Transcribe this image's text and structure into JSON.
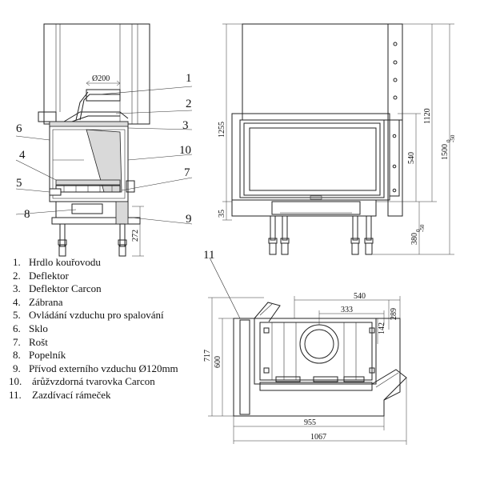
{
  "callouts": [
    "1",
    "2",
    "3",
    "4",
    "5",
    "6",
    "7",
    "8",
    "9",
    "10",
    "11"
  ],
  "dimensions": {
    "flue_diameter": "Ø200",
    "side_272": "272",
    "front_1255": "1255",
    "front_1120": "1120",
    "front_1500": "1500",
    "front_1500_tol": "-50",
    "front_1500_tol_top": "0",
    "front_540": "540",
    "front_35": "35",
    "front_380": "380",
    "front_380_tol": "-50",
    "front_380_tol_top": "0",
    "top_540": "540",
    "top_333": "333",
    "top_289": "289",
    "top_142": "142",
    "top_717": "717",
    "top_600": "600",
    "top_955": "955",
    "top_1067": "1067"
  },
  "legend": [
    {
      "num": "1.",
      "text": "Hrdlo kouřovodu"
    },
    {
      "num": "2.",
      "text": "Deflektor"
    },
    {
      "num": "3.",
      "text": "Deflektor Carcon"
    },
    {
      "num": "4.",
      "text": "Zábrana"
    },
    {
      "num": "5.",
      "text": "Ovládání vzduchu pro spalování"
    },
    {
      "num": "6.",
      "text": "Sklo"
    },
    {
      "num": "7.",
      "text": "Rošt"
    },
    {
      "num": "8.",
      "text": "Popelník"
    },
    {
      "num": "9.",
      "text": "Přívod externího vzduchu Ø120mm"
    },
    {
      "num": "10.",
      "text": "árůžvzdorná tvarovka Carcon"
    },
    {
      "num": "11.",
      "text": "Zazdívací rámeček"
    }
  ]
}
